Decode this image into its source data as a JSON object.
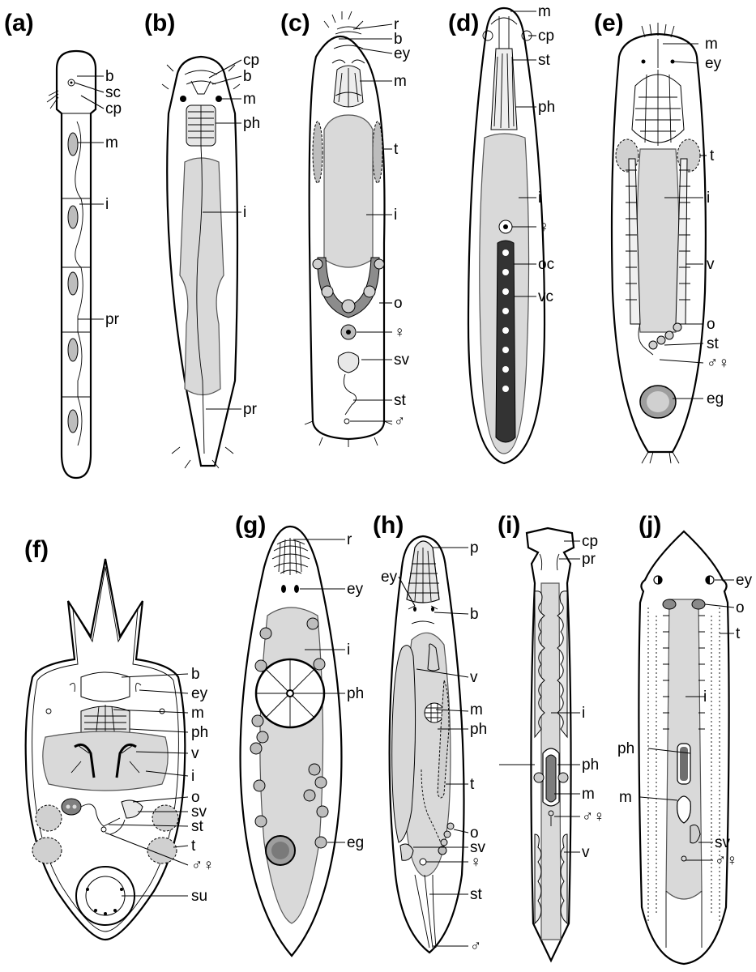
{
  "figure": {
    "panels": [
      {
        "id": "a",
        "label": "(a)",
        "organs": [
          "b",
          "sc",
          "cp",
          "m",
          "i",
          "pr"
        ]
      },
      {
        "id": "b",
        "label": "(b)",
        "organs": [
          "cp",
          "b",
          "m",
          "ph",
          "i",
          "pr"
        ]
      },
      {
        "id": "c",
        "label": "(c)",
        "organs": [
          "r",
          "b",
          "ey",
          "m",
          "t",
          "i",
          "o",
          "♀",
          "sv",
          "st",
          "♂"
        ]
      },
      {
        "id": "d",
        "label": "(d)",
        "organs": [
          "m",
          "cp",
          "st",
          "ph",
          "i",
          "♀",
          "oc",
          "vc"
        ]
      },
      {
        "id": "e",
        "label": "(e)",
        "organs": [
          "m",
          "ey",
          "t",
          "i",
          "v",
          "o",
          "st",
          "♂♀",
          "eg"
        ]
      },
      {
        "id": "f",
        "label": "(f)",
        "organs": [
          "b",
          "ey",
          "m",
          "ph",
          "v",
          "i",
          "o",
          "sv",
          "st",
          "t",
          "♂♀",
          "su"
        ]
      },
      {
        "id": "g",
        "label": "(g)",
        "organs": [
          "r",
          "ey",
          "i",
          "ph",
          "eg"
        ]
      },
      {
        "id": "h",
        "label": "(h)",
        "organs": [
          "p",
          "ey",
          "b",
          "v",
          "m",
          "ph",
          "t",
          "o",
          "sv",
          "♀",
          "st",
          "♂"
        ]
      },
      {
        "id": "i",
        "label": "(i)",
        "organs": [
          "cp",
          "pr",
          "i",
          "ph",
          "m",
          "♂♀",
          "v"
        ]
      },
      {
        "id": "j",
        "label": "(j)",
        "organs": [
          "ey",
          "o",
          "t",
          "i",
          "ph",
          "m",
          "sv",
          "♂♀"
        ]
      }
    ]
  }
}
